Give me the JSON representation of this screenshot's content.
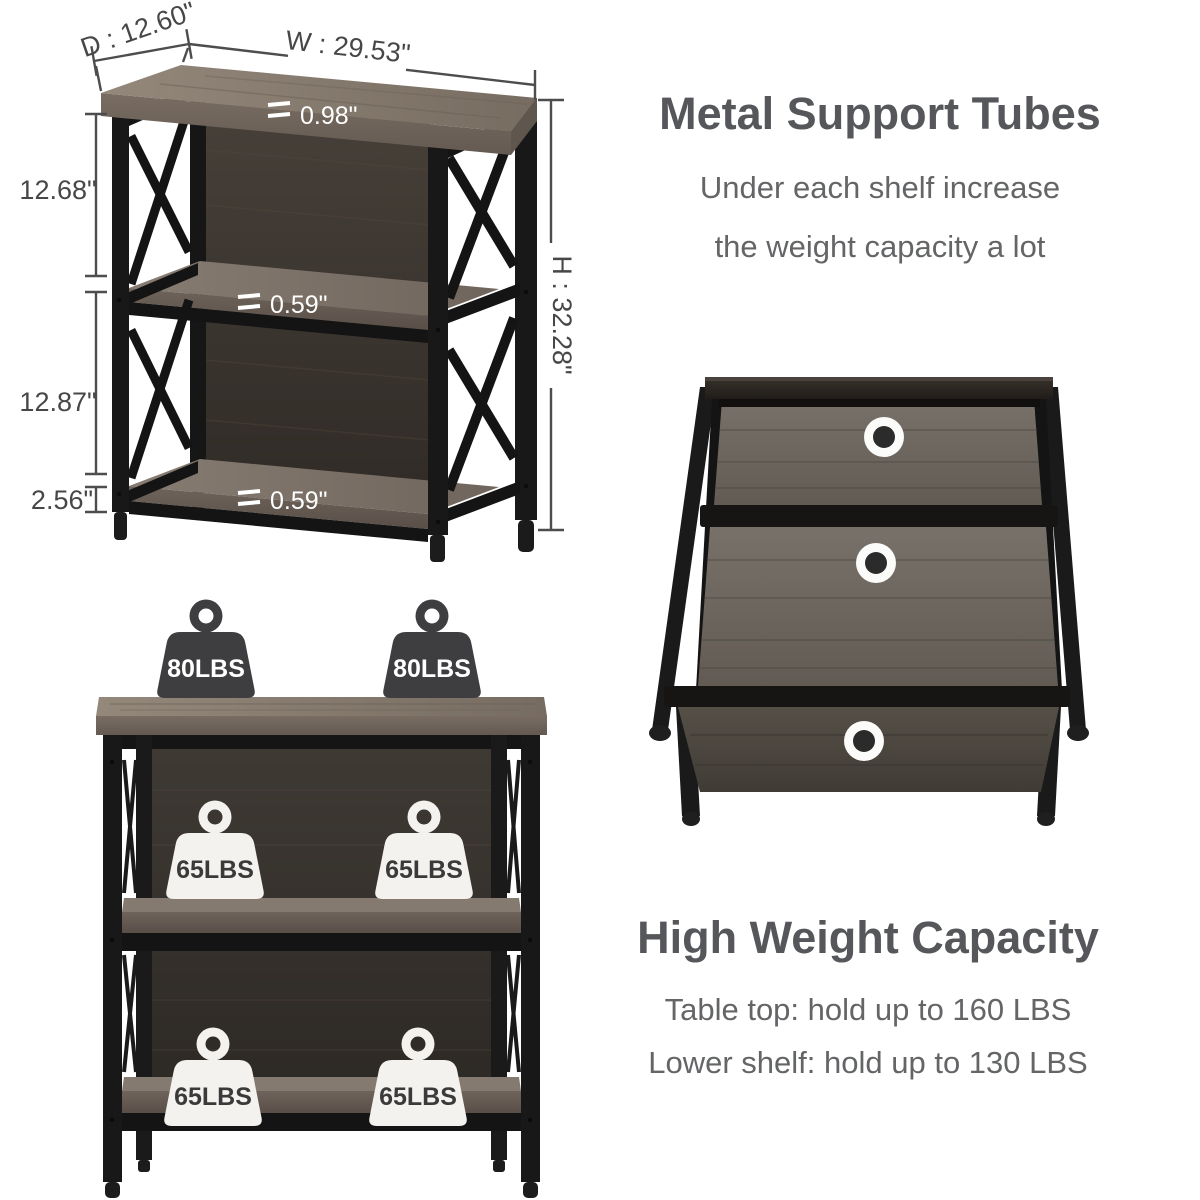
{
  "metal_support": {
    "title": "Metal Support Tubes",
    "line1": "Under each shelf increase",
    "line2": "the weight capacity a lot"
  },
  "weight_capacity": {
    "title": "High Weight Capacity",
    "line1": "Table top: hold up to 160 LBS",
    "line2": "Lower shelf: hold up to 130 LBS"
  },
  "dimensions": {
    "depth": "D : 12.60\"",
    "width": "W : 29.53\"",
    "height": "H : 32.28\"",
    "top_thickness": "0.98\"",
    "middle_thickness": "0.59\"",
    "bottom_thickness": "0.59\"",
    "upper_section": "12.68\"",
    "lower_section": "12.87\"",
    "bottom_clearance": "2.56\""
  },
  "weights": {
    "top_left": "80LBS",
    "top_right": "80LBS",
    "middle_left": "65LBS",
    "middle_right": "65LBS",
    "bottom_left": "65LBS",
    "bottom_right": "65LBS"
  },
  "colors": {
    "heading_text": "#56575a",
    "body_text": "#646567",
    "metal_black": "#161616",
    "wood_top": "#8a7f76",
    "wood_panel_dark": "#3f3a35",
    "dimension_line": "#4d4d4d",
    "weight_dark": "#3e3e40",
    "weight_light": "#f4f2ef"
  }
}
